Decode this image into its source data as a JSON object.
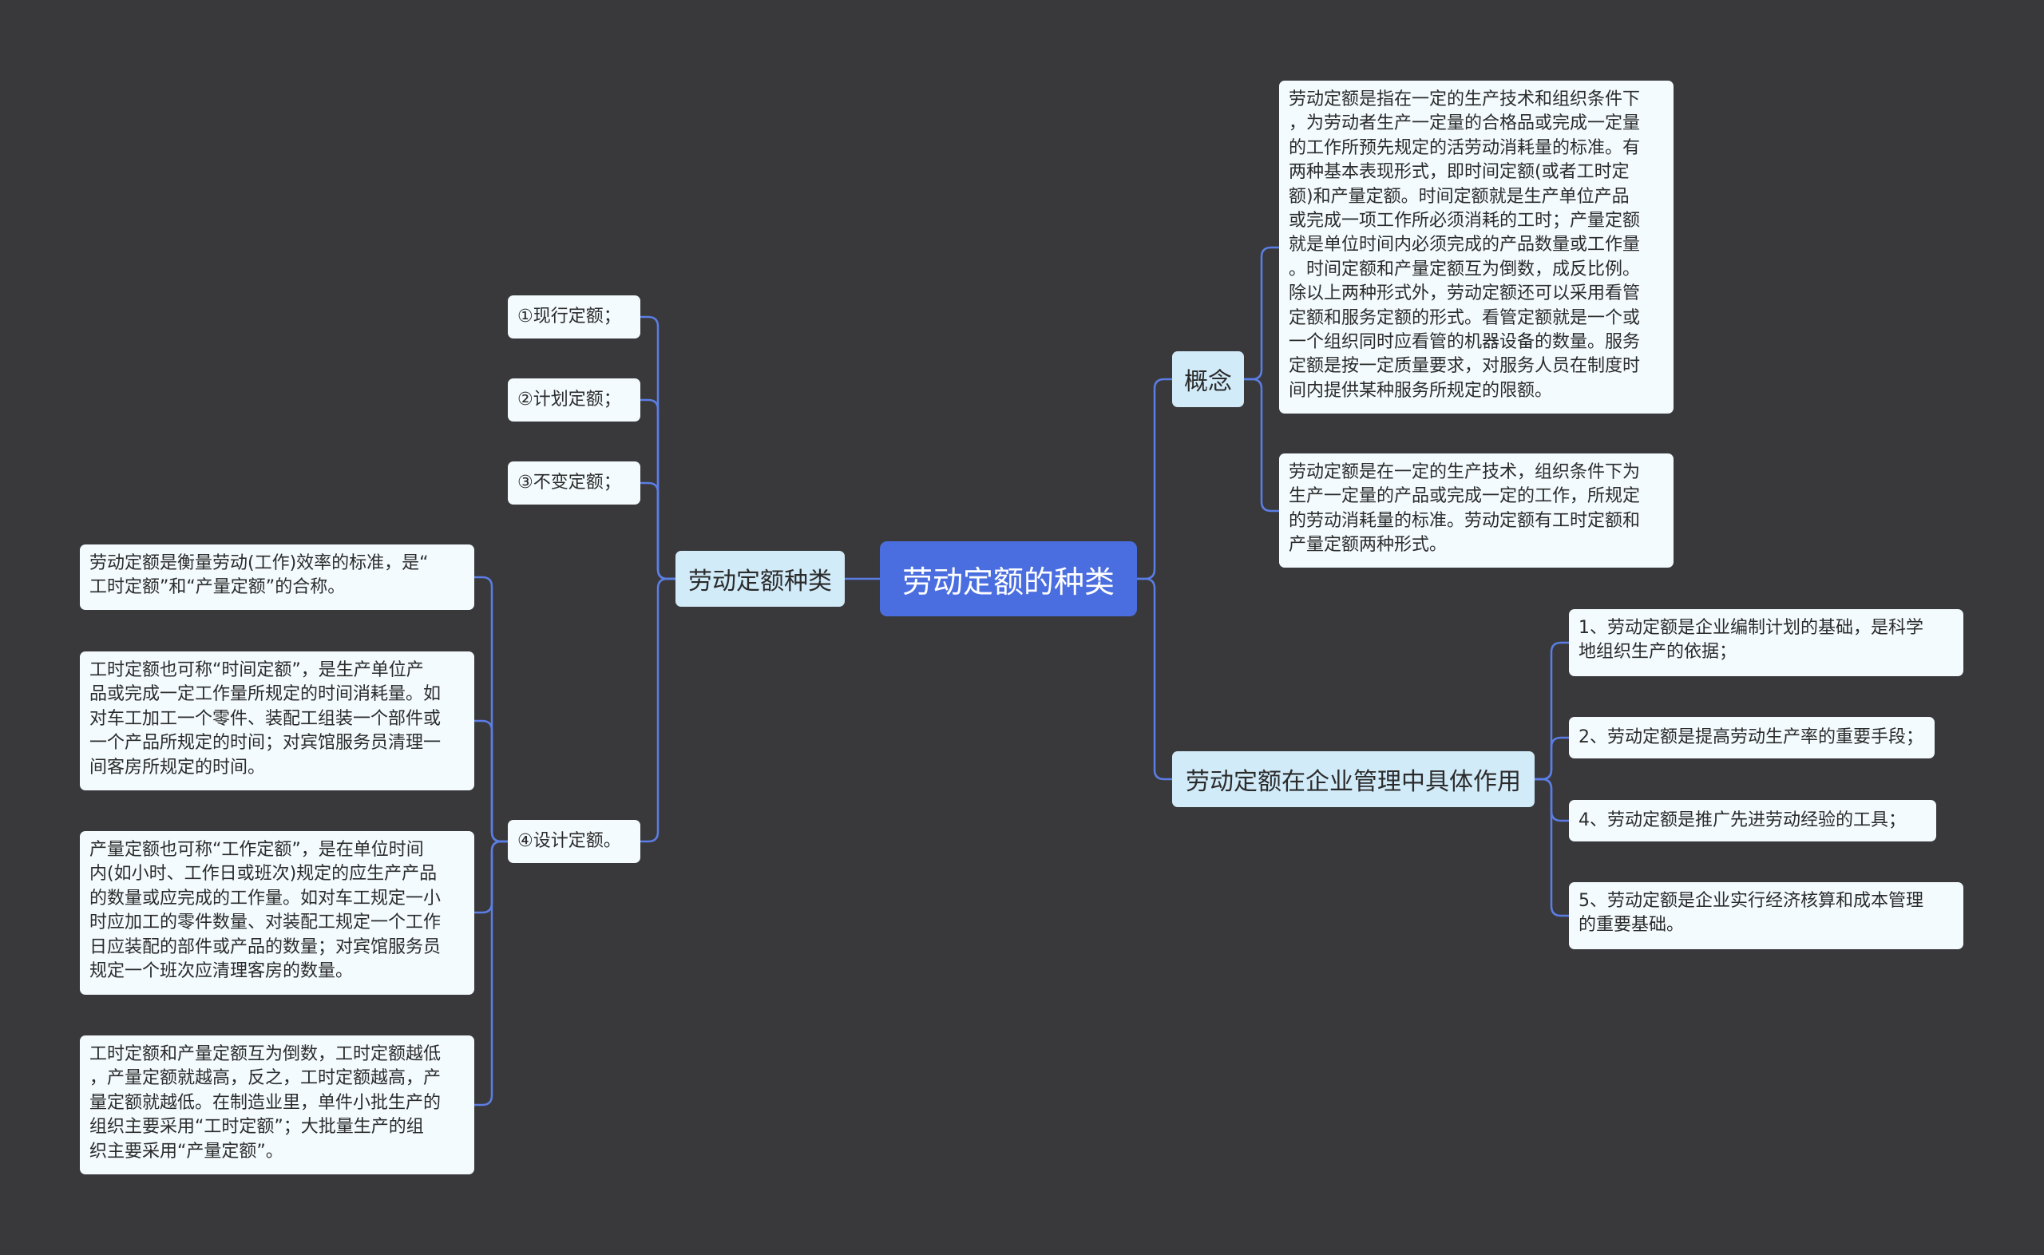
{
  "root": {
    "label": "劳动定额的种类"
  },
  "left_branch": {
    "label": "劳动定额种类",
    "items": [
      {
        "label": "①现行定额；"
      },
      {
        "label": "②计划定额；"
      },
      {
        "label": "③不变定额；"
      },
      {
        "label": "④设计定额。",
        "details": [
          {
            "text": "劳动定额是衡量劳动(工作)效率的标准，是“\n工时定额”和“产量定额”的合称。"
          },
          {
            "text": "工时定额也可称“时间定额”，是生产单位产\n品或完成一定工作量所规定的时间消耗量。如\n对车工加工一个零件、装配工组装一个部件或\n一个产品所规定的时间；对宾馆服务员清理一\n间客房所规定的时间。"
          },
          {
            "text": "产量定额也可称“工作定额”，是在单位时间\n内(如小时、工作日或班次)规定的应生产产品\n的数量或应完成的工作量。如对车工规定一小\n时应加工的零件数量、对装配工规定一个工作\n日应装配的部件或产品的数量；对宾馆服务员\n规定一个班次应清理客房的数量。"
          },
          {
            "text": "工时定额和产量定额互为倒数，工时定额越低\n，产量定额就越高，反之，工时定额越高，产\n量定额就越低。在制造业里，单件小批生产的\n组织主要采用“工时定额”；大批量生产的组\n织主要采用“产量定额”。"
          }
        ]
      }
    ]
  },
  "right_top_branch": {
    "label": "概念",
    "items": [
      {
        "text": "劳动定额是指在一定的生产技术和组织条件下\n，为劳动者生产一定量的合格品或完成一定量\n的工作所预先规定的活劳动消耗量的标准。有\n两种基本表现形式，即时间定额(或者工时定\n额)和产量定额。时间定额就是生产单位产品\n或完成一项工作所必须消耗的工时；产量定额\n就是单位时间内必须完成的产品数量或工作量\n。时间定额和产量定额互为倒数，成反比例。\n除以上两种形式外，劳动定额还可以采用看管\n定额和服务定额的形式。看管定额就是一个或\n一个组织同时应看管的机器设备的数量。服务\n定额是按一定质量要求，对服务人员在制度时\n间内提供某种服务所规定的限额。"
      },
      {
        "text": "劳动定额是在一定的生产技术，组织条件下为\n生产一定量的产品或完成一定的工作，所规定\n的劳动消耗量的标准。劳动定额有工时定额和\n产量定额两种形式。"
      }
    ]
  },
  "right_bottom_branch": {
    "label": "劳动定额在企业管理中具体作用",
    "items": [
      {
        "text": "1、劳动定额是企业编制计划的基础，是科学\n地组织生产的依据；"
      },
      {
        "text": "2、劳动定额是提高劳动生产率的重要手段；"
      },
      {
        "text": "4、劳动定额是推广先进劳动经验的工具；"
      },
      {
        "text": "5、劳动定额是企业实行经济核算和成本管理\n的重要基础。"
      }
    ]
  },
  "colors": {
    "background": "#39393b",
    "root": "#4a6ee0",
    "branch": "#d2ebf9",
    "leaf": "#f3fbfe",
    "connector": "#5b7ee6"
  }
}
